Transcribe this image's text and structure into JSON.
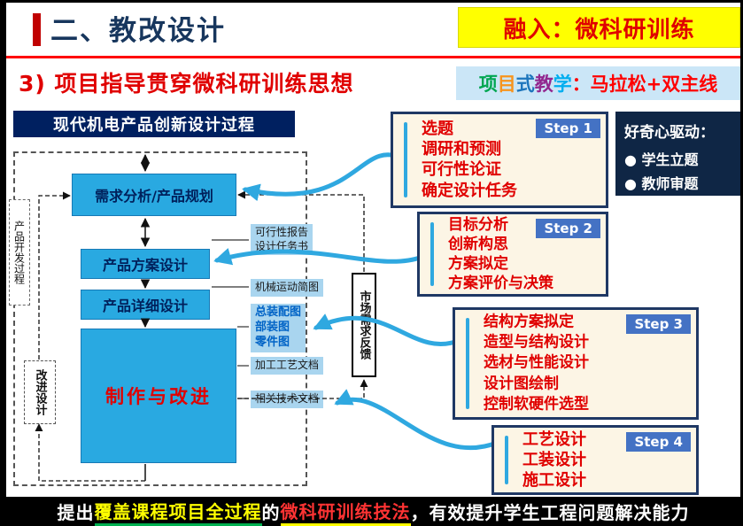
{
  "header": {
    "title": "二、教改设计",
    "badge": "融入：微科研训练"
  },
  "section": {
    "title": "3) 项目指导贯穿微科研训练思想",
    "teaching": {
      "chars": [
        {
          "ch": "项",
          "color": "#00A651"
        },
        {
          "ch": "目",
          "color": "#F7941D"
        },
        {
          "ch": "式",
          "color": "#1C75BC"
        },
        {
          "ch": "教",
          "color": "#92278F"
        },
        {
          "ch": "学",
          "color": "#00AEEF"
        }
      ],
      "rest": "：马拉松+双主线",
      "rest_color": "#FF0000"
    }
  },
  "flowchart": {
    "title": "现代机电产品创新设计过程",
    "process_label": "产品开发过程",
    "improve_label": "改进设计",
    "feedback_label": "市场需求反馈",
    "boxes": [
      {
        "label": "需求分析/产品规划"
      },
      {
        "label": "产品方案设计"
      },
      {
        "label": "产品详细设计"
      },
      {
        "label": "制作与改进"
      }
    ],
    "docs": [
      {
        "lines": [
          "可行性报告",
          "设计任务书"
        ]
      },
      {
        "lines": [
          "机械运动简图"
        ]
      },
      {
        "lines": [
          "总装配图",
          "部装图",
          "零件图"
        ]
      },
      {
        "lines": [
          "加工工艺文档"
        ]
      },
      {
        "lines": [
          "相关技术文档"
        ]
      }
    ]
  },
  "curiosity": {
    "title": "好奇心驱动：",
    "bullet_icon": "●",
    "bullets": [
      "学生立题",
      "教师审题"
    ]
  },
  "steps": [
    {
      "label": "Step 1",
      "items": [
        "选题",
        "调研和预测",
        "可行性论证",
        "确定设计任务"
      ]
    },
    {
      "label": "Step 2",
      "items": [
        "目标分析",
        "创新构思",
        "方案拟定",
        "方案评价与决策"
      ]
    },
    {
      "label": "Step 3",
      "items": [
        "结构方案拟定",
        "造型与结构设计",
        "选材与性能设计",
        "设计图绘制",
        "控制软硬件选型"
      ]
    },
    {
      "label": "Step 4",
      "items": [
        "工艺设计",
        "工装设计",
        "施工设计"
      ]
    }
  ],
  "footer": {
    "segments": [
      {
        "text": "提出",
        "color": "#FFFFFF"
      },
      {
        "text": "覆盖课程项目全过程",
        "color": "#FFFF00"
      },
      {
        "text": "的",
        "color": "#FFFFFF"
      },
      {
        "text": "微科研训练技法",
        "color": "#FF3333"
      },
      {
        "text": "，有效提升学生工程问题解决能力",
        "color": "#FFFFFF"
      }
    ]
  }
}
